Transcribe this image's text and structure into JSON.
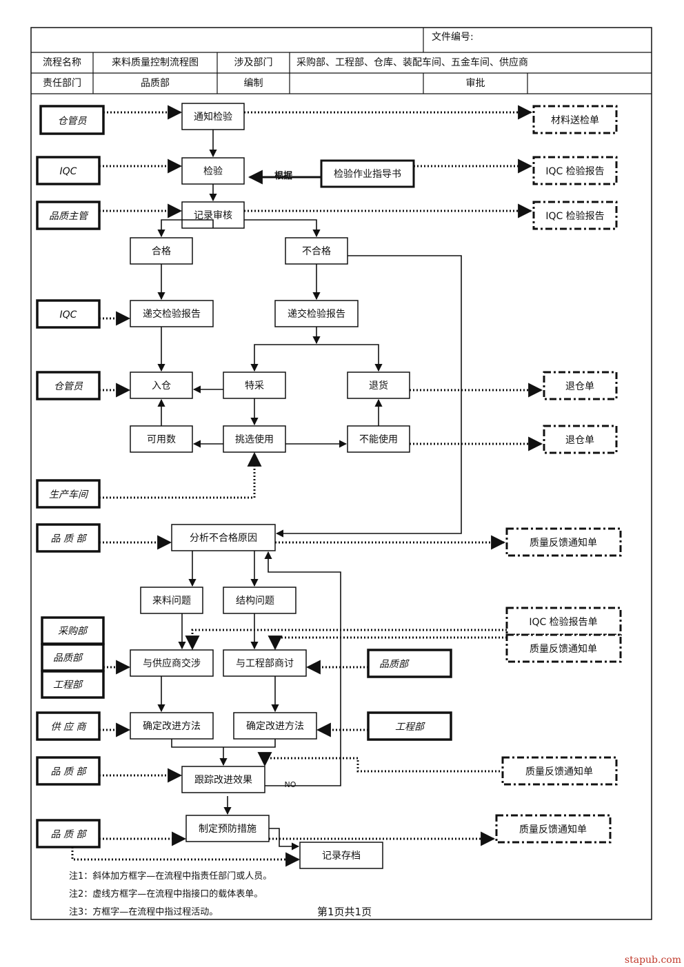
{
  "header": {
    "file_no_label": "文件编号:",
    "process_name_label": "流程名称",
    "process_name": "来料质量控制流程图",
    "dept_involved_label": "涉及部门",
    "dept_involved": "采购部、工程部、仓库、装配车间、五金车间、供应商",
    "resp_dept_label": "责任部门",
    "resp_dept": "品质部",
    "compiled_label": "编制",
    "compiled": "",
    "approved_label": "审批",
    "approved": ""
  },
  "roles": {
    "warehouse_1": "仓管员",
    "iqc_1": "IQC",
    "qa_supervisor": "品质主管",
    "iqc_2": "IQC",
    "warehouse_2": "仓管员",
    "production": "生产车间",
    "qa_1": "品 质 部",
    "purchasing": "采购部",
    "qa_2": "品质部",
    "engineering_1": "工程部",
    "qa_3": "品质部",
    "supplier": "供 应 商",
    "engineering_2": "工程部",
    "qa_4": "品 质 部",
    "qa_5": "品 质 部"
  },
  "activities": {
    "notify": "通知检验",
    "inspect": "检验",
    "guide": "检验作业指导书",
    "basis_label": "根据",
    "review": "记录审核",
    "pass": "合格",
    "fail": "不合格",
    "submit_pass": "递交检验报告",
    "submit_fail": "递交检验报告",
    "stock_in": "入仓",
    "concession": "特采",
    "return": "退货",
    "usable": "可用数",
    "sort_use": "挑选使用",
    "unusable": "不能使用",
    "analyze": "分析不合格原因",
    "material_issue": "来料问题",
    "structure_issue": "结构问题",
    "negotiate_supplier": "与供应商交涉",
    "discuss_engineering": "与工程部商讨",
    "improve_1": "确定改进方法",
    "improve_2": "确定改进方法",
    "track": "跟踪改进效果",
    "no_label": "NO",
    "prevent": "制定预防措施",
    "archive": "记录存档"
  },
  "forms": {
    "delivery": "材料送检单",
    "iqc_report_1": "IQC 检验报告",
    "iqc_report_2": "IQC 检验报告",
    "return_1": "退仓单",
    "return_2": "退仓单",
    "feedback_1": "质量反馈通知单",
    "iqc_report_3": "IQC 检验报告单",
    "feedback_2": "质量反馈通知单",
    "feedback_3": "质量反馈通知单",
    "feedback_4": "质量反馈通知单"
  },
  "notes": {
    "note1": "注1：斜体加方框字—在流程中指责任部门或人员。",
    "note2": "注2：虚线方框字—在流程中指接口的载体表单。",
    "note3": "注3：方框字—在流程中指过程活动。",
    "page": "第1页共1页"
  },
  "watermark": "stapub.com"
}
